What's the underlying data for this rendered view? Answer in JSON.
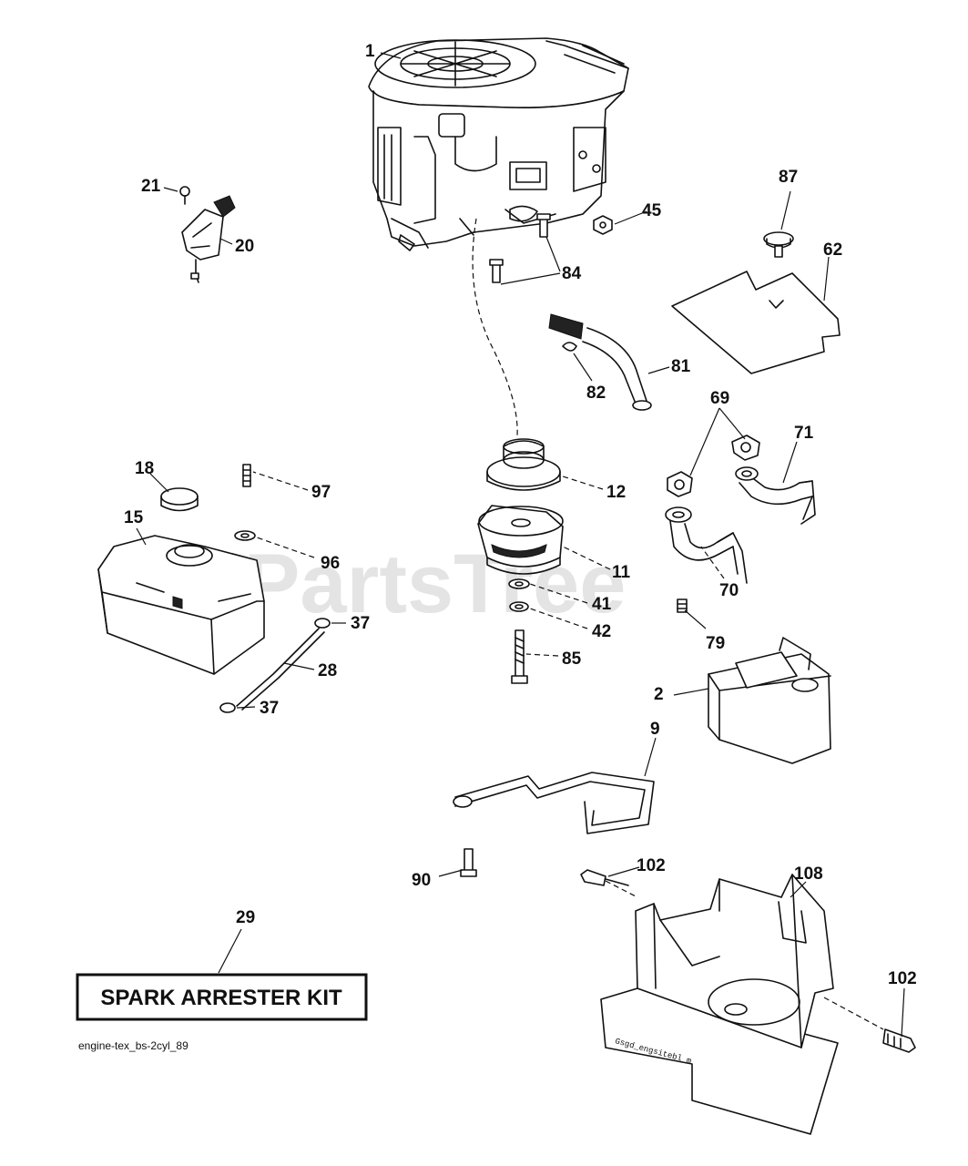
{
  "watermark": "PartsTree",
  "kit_label": "SPARK ARRESTER KIT",
  "diagram_code": "engine-tex_bs-2cyl_89",
  "callouts": {
    "c1": "1",
    "c2": "2",
    "c9": "9",
    "c11": "11",
    "c12": "12",
    "c15": "15",
    "c18": "18",
    "c20": "20",
    "c21": "21",
    "c28": "28",
    "c29": "29",
    "c37a": "37",
    "c37b": "37",
    "c41": "41",
    "c42": "42",
    "c45": "45",
    "c62": "62",
    "c69": "69",
    "c70": "70",
    "c71": "71",
    "c79": "79",
    "c81": "81",
    "c82": "82",
    "c84": "84",
    "c85": "85",
    "c87": "87",
    "c90": "90",
    "c96": "96",
    "c97": "97",
    "c102a": "102",
    "c102b": "102",
    "c108": "108"
  },
  "part_icons": {
    "engine": "engine-block-icon",
    "throttle": "throttle-control-icon",
    "fuel_tank": "fuel-tank-icon",
    "clutch": "pto-clutch-icon",
    "muffler": "muffler-icon",
    "heat_shield": "heat-shield-icon"
  }
}
